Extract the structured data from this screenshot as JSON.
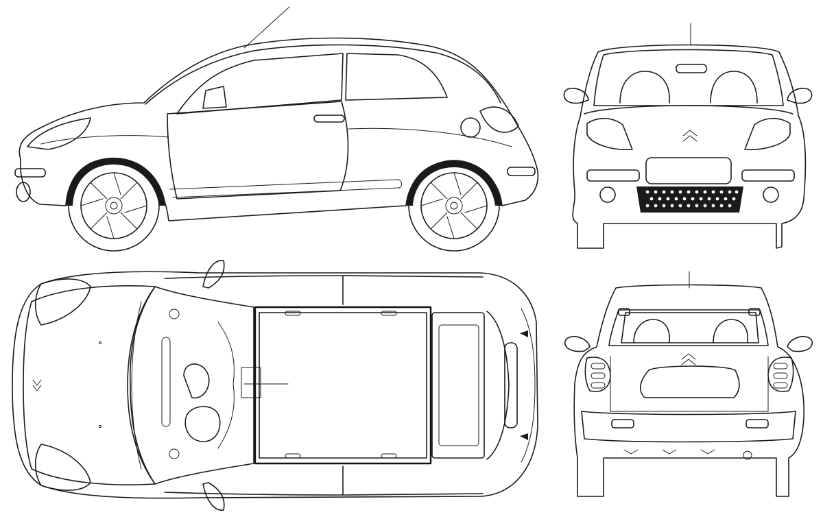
{
  "drawing": {
    "views": [
      {
        "id": "side",
        "label": ""
      },
      {
        "id": "front",
        "label": ""
      },
      {
        "id": "top",
        "label": ""
      },
      {
        "id": "rear",
        "label": ""
      }
    ]
  },
  "colors": {
    "line": "#1a1a1a",
    "background": "#ffffff"
  },
  "icons": {
    "brand_emblem": "double-chevron-emblem-icon"
  }
}
